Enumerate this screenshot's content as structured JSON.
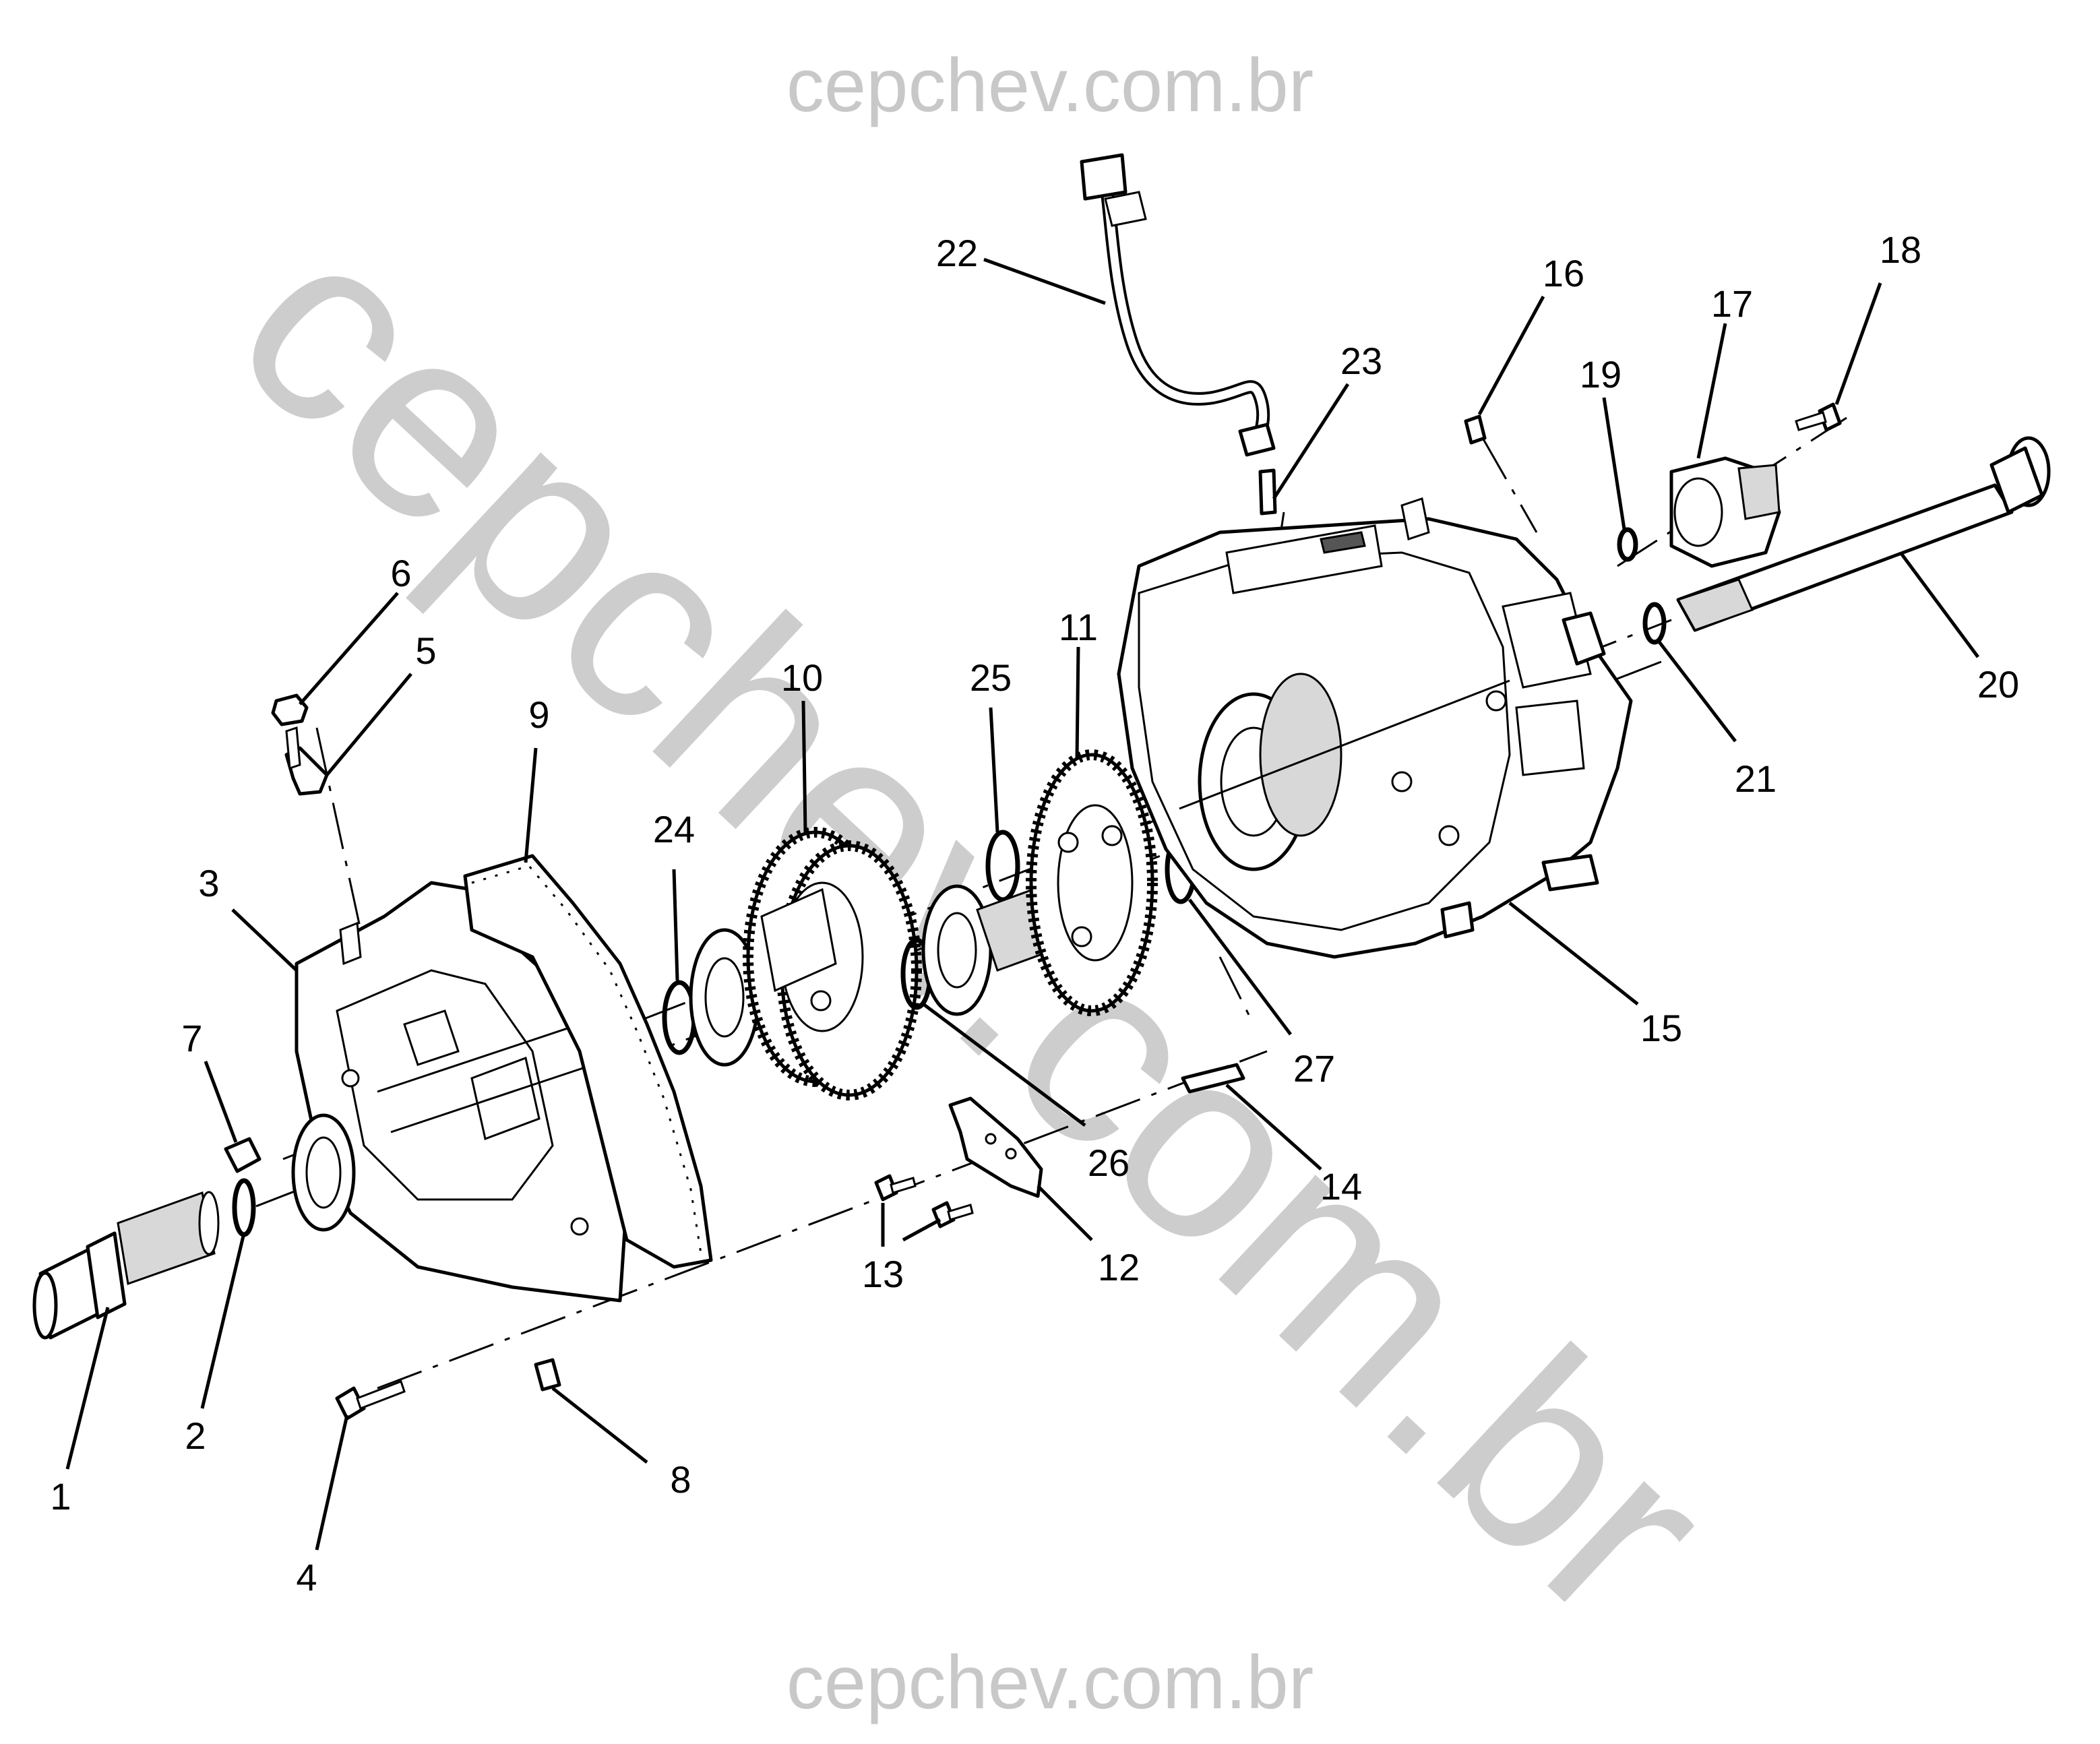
{
  "watermark": {
    "top": "cepchev.com.br",
    "bottom": "cepchev.com.br",
    "diagonal": "cepchev.com.br",
    "color": "#c8c8c8"
  },
  "callouts": [
    "1",
    "2",
    "3",
    "4",
    "5",
    "6",
    "7",
    "8",
    "9",
    "10",
    "11",
    "12",
    "13",
    "14",
    "15",
    "16",
    "17",
    "18",
    "19",
    "20",
    "21",
    "22",
    "23",
    "24",
    "25",
    "26",
    "27"
  ]
}
